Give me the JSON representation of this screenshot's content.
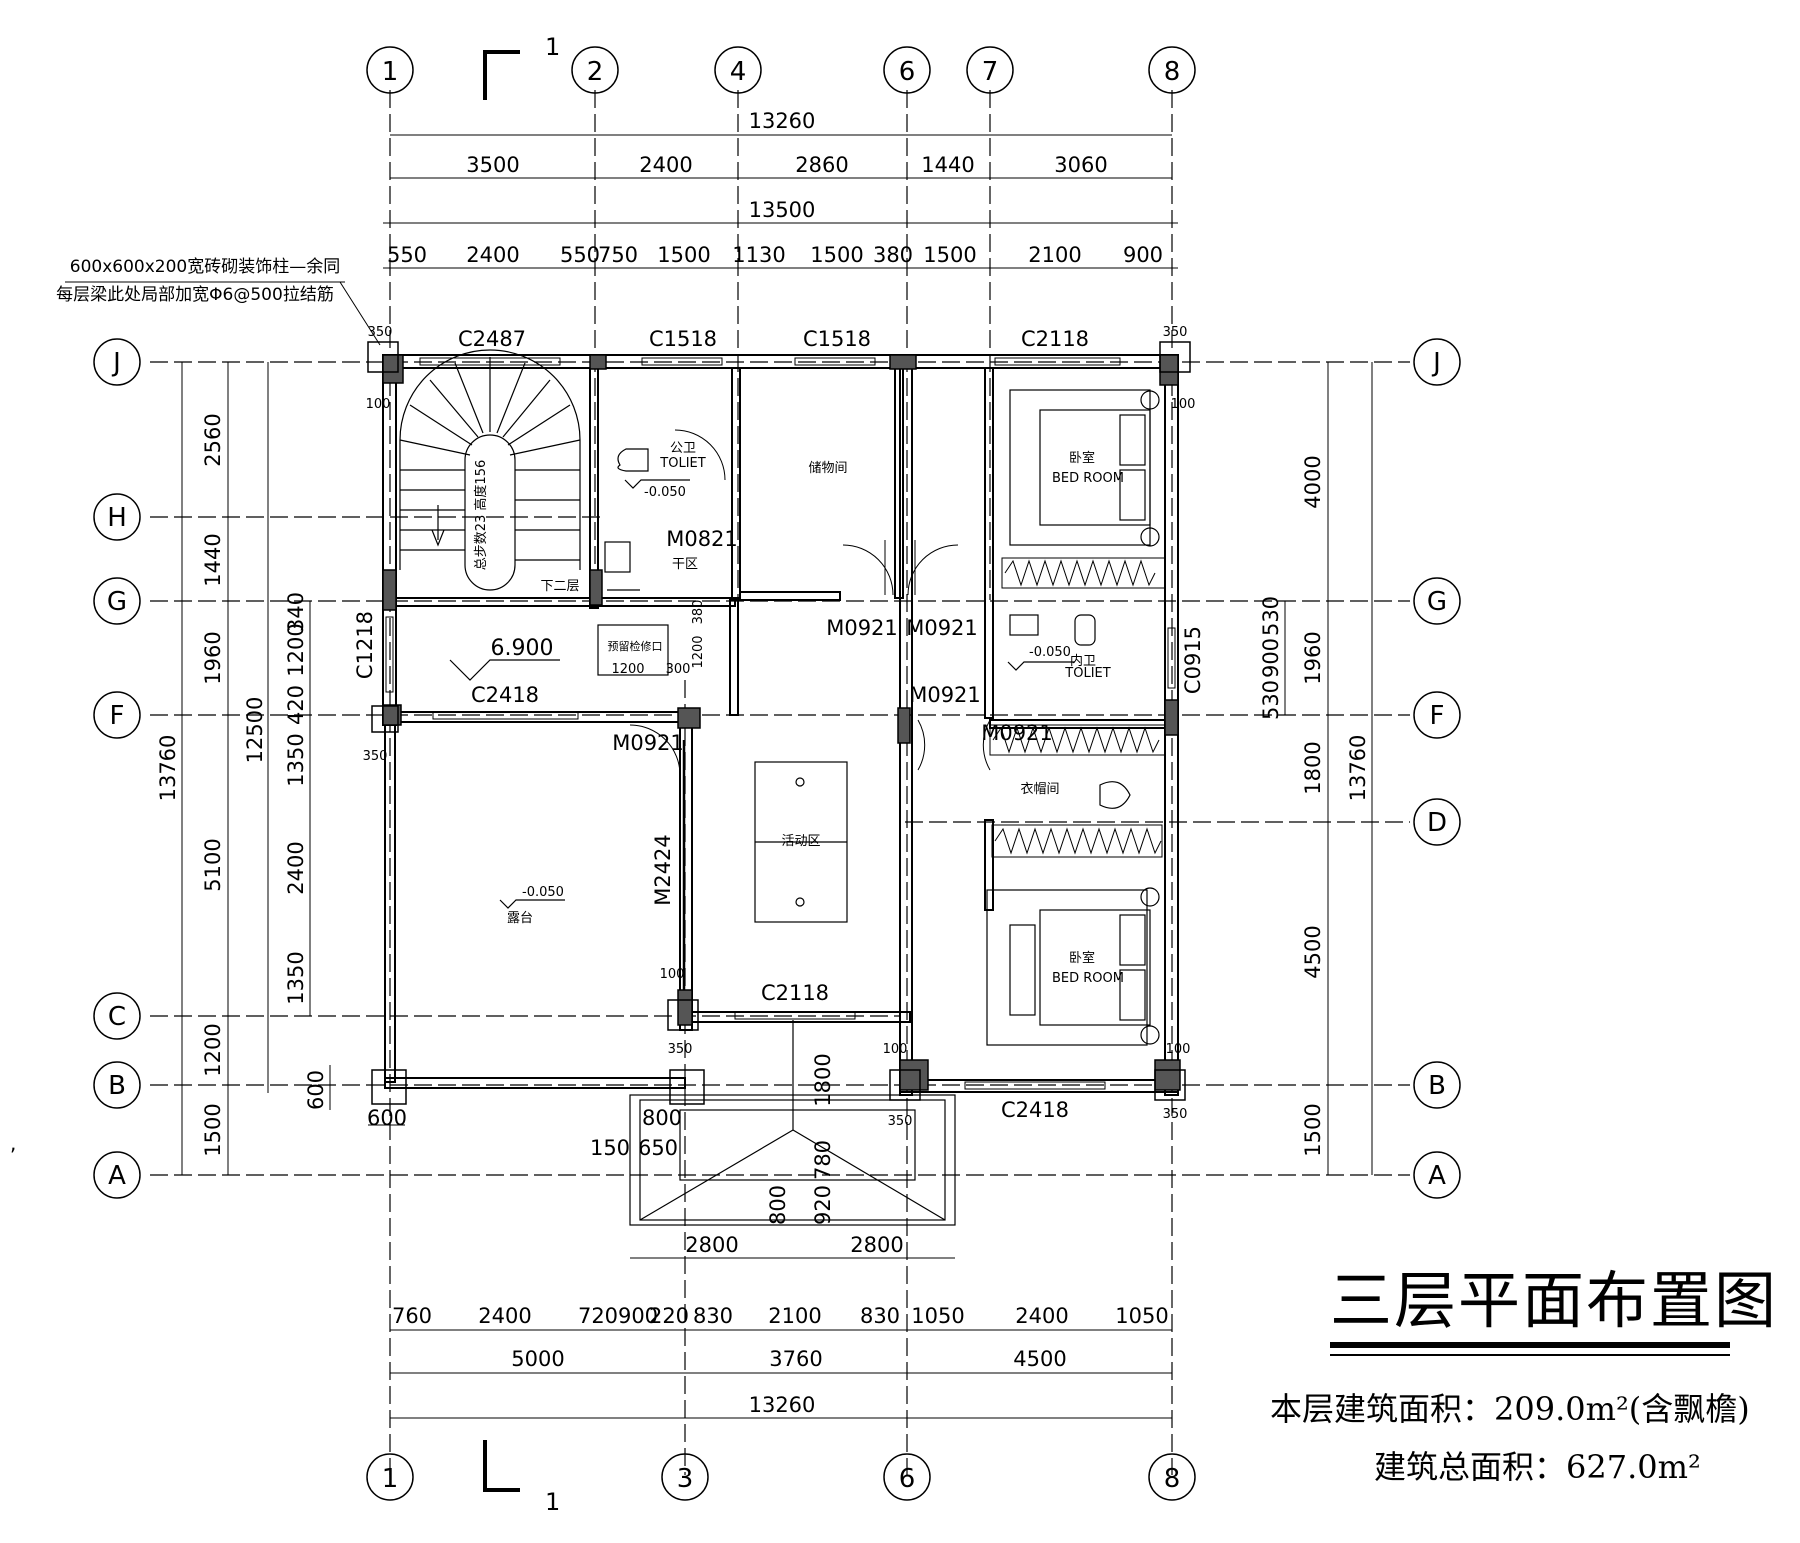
{
  "title": "三层平面布置图",
  "floor_area": "本层建筑面积：209.0m²(含飘檐)",
  "total_area": "建筑总面积：627.0m²",
  "note": {
    "line1": "600x600x200宽砖砌装饰柱—余同",
    "line2": "每层梁此处局部加宽Φ6@500拉结筋"
  },
  "section_marks": {
    "top": "1",
    "bottom": "1"
  },
  "axes": {
    "top": [
      "1",
      "2",
      "4",
      "6",
      "7",
      "8"
    ],
    "bottom": [
      "1",
      "3",
      "6",
      "8"
    ],
    "left": [
      "J",
      "H",
      "G",
      "F",
      "C",
      "B",
      "A"
    ],
    "right": [
      "J",
      "G",
      "F",
      "D",
      "B",
      "A"
    ]
  },
  "dims": {
    "top_total": "13260",
    "top_row1": [
      "3500",
      "2400",
      "2860",
      "1440",
      "3060"
    ],
    "top_total2": "13500",
    "top_row2": [
      "550",
      "2400",
      "550",
      "750",
      "1500",
      "1130",
      "1500",
      "380",
      "1500",
      "2100",
      "900"
    ],
    "bottom_row1": [
      "760",
      "2400",
      "720",
      "900",
      "220",
      "830",
      "2100",
      "830",
      "1050",
      "2400",
      "1050"
    ],
    "bottom_row2": [
      "5000",
      "3760",
      "4500"
    ],
    "bottom_total": "13260",
    "porch": [
      "2800",
      "2800"
    ],
    "porch_side": [
      "800",
      "150",
      "650",
      "780",
      "800",
      "920",
      "1800"
    ],
    "left_outer": "13760",
    "left_mid": "12500",
    "left_axis": [
      "2560",
      "1440",
      "1960",
      "5100",
      "1200",
      "1500"
    ],
    "left_inner": [
      "1200",
      "340",
      "420",
      "1350",
      "2400",
      "1350"
    ],
    "right_axis": [
      "4000",
      "1960",
      "1800",
      "4500",
      "1500"
    ],
    "right_inner": [
      "530",
      "900",
      "530"
    ],
    "right_outer": "13760",
    "col": [
      "600",
      "600"
    ],
    "col_small": [
      "350",
      "100"
    ]
  },
  "windows": [
    "C2487",
    "C1518",
    "C1518",
    "C2118",
    "C1218",
    "C2418",
    "C0915",
    "C2118",
    "C2418"
  ],
  "doors": [
    "M0821",
    "M0921",
    "M0921",
    "M0921",
    "M0921",
    "M0921",
    "M2424"
  ],
  "rooms": {
    "toilet_cn": "公卫",
    "toilet_en": "TOLIET",
    "toilet_level": "-0.050",
    "dry_zone": "干区",
    "storage": "储物间",
    "bedroom_cn": "卧室",
    "bedroom_en": "BED    ROOM",
    "inner_toilet_cn": "内卫",
    "inner_toilet_level": "-0.050",
    "cloakroom": "衣帽间",
    "activity": "活动区",
    "terrace": "露台",
    "terrace_level": "-0.050",
    "roof_level": "6.900",
    "stair_down": "下二层",
    "stair_steps": "总步数23 高度156",
    "inspect": "预留检修口",
    "inspect_dim": "1200",
    "inspect_dims": [
      "300",
      "1200",
      "380"
    ]
  },
  "stray_mark": ","
}
